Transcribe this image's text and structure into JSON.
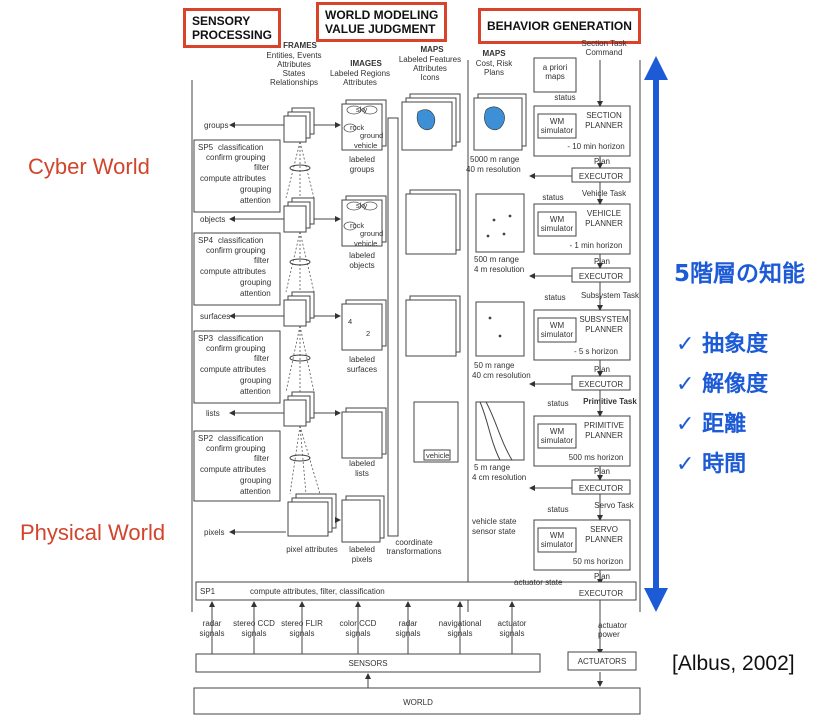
{
  "headers": {
    "sensory": [
      "SENSORY",
      "PROCESSING"
    ],
    "world_modeling": [
      "WORLD MODELING",
      "VALUE JUDGMENT"
    ],
    "behavior": "BEHAVIOR GENERATION"
  },
  "side_labels": {
    "cyber": "Cyber World",
    "physical": "Physical World"
  },
  "jp": {
    "title": "5階層の知能",
    "items": [
      "抽象度",
      "解像度",
      "距離",
      "時間"
    ],
    "check": "✓"
  },
  "citation": "[Albus, 2002]",
  "columns": {
    "frames": [
      "FRAMES",
      "Entities, Events",
      "Attributes",
      "States",
      "Relationships"
    ],
    "images": [
      "IMAGES",
      "Labeled Regions",
      "Attributes"
    ],
    "maps1": [
      "MAPS",
      "Labeled Features",
      "Attributes",
      "Icons"
    ],
    "maps2": [
      "MAPS",
      "Cost, Risk",
      "Plans"
    ],
    "task": [
      "Section Task",
      "Command"
    ],
    "apriori": [
      "a priori",
      "maps"
    ]
  },
  "left_labels": [
    "groups",
    "objects",
    "surfaces",
    "lists",
    "pixels"
  ],
  "sp_boxes": [
    {
      "id": "SP5",
      "lines": [
        "classification",
        "confirm grouping",
        "filter",
        "compute attributes",
        "grouping",
        "attention"
      ]
    },
    {
      "id": "SP4",
      "lines": [
        "classification",
        "confirm grouping",
        "filter",
        "compute attributes",
        "grouping",
        "attention"
      ]
    },
    {
      "id": "SP3",
      "lines": [
        "classification",
        "confirm grouping",
        "filter",
        "compute attributes",
        "grouping",
        "attention"
      ]
    },
    {
      "id": "SP2",
      "lines": [
        "classification",
        "confirm grouping",
        "filter",
        "compute attributes",
        "grouping",
        "attention"
      ]
    }
  ],
  "image_labels": [
    [
      "labeled",
      "groups"
    ],
    [
      "labeled",
      "objects"
    ],
    [
      "labeled",
      "surfaces"
    ],
    [
      "labeled",
      "lists"
    ],
    [
      "labeled",
      "pixels"
    ]
  ],
  "pixel_attributes": "pixel attributes",
  "coordinate": [
    "coordinate",
    "transformations"
  ],
  "map_notes": [
    [
      "5000 m range",
      "40 m resolution"
    ],
    [
      "500 m range",
      "4 m resolution"
    ],
    [
      "50 m range",
      "40 cm resolution"
    ],
    [
      "5 m range",
      "4 cm resolution"
    ]
  ],
  "planners": [
    {
      "name": [
        "SECTION",
        "PLANNER"
      ],
      "horizon": "- 10 min horizon",
      "task": "",
      "sim": [
        "WM",
        "simulator"
      ]
    },
    {
      "name": [
        "VEHICLE",
        "PLANNER"
      ],
      "horizon": "- 1 min horizon",
      "task": "Vehicle Task",
      "sim": [
        "WM",
        "simulator"
      ]
    },
    {
      "name": [
        "SUBSYSTEM",
        "PLANNER"
      ],
      "horizon": "- 5 s horizon",
      "task": "Subsystem Task",
      "sim": [
        "WM",
        "simulator"
      ]
    },
    {
      "name": [
        "PRIMITIVE",
        "PLANNER"
      ],
      "horizon": "500 ms horizon",
      "task": "Primitive Task",
      "sim": [
        "WM",
        "simulator"
      ]
    },
    {
      "name": [
        "SERVO",
        "PLANNER"
      ],
      "horizon": "50 ms horizon",
      "task": "Servo Task",
      "sim": [
        "WM",
        "simulator"
      ]
    }
  ],
  "misc": {
    "status": "status",
    "plan": "Plan",
    "executor": "EXECUTOR",
    "vehicle_state": "vehicle state",
    "sensor_state": "sensor state",
    "actuator_state": "actuator state",
    "vehicle": "vehicle",
    "sp1_id": "SP1",
    "sp1_text": "compute attributes, filter, classification",
    "sensors": "SENSORS",
    "actuators": "ACTUATORS",
    "world": "WORLD",
    "actuator_power": [
      "actuator",
      "power"
    ]
  },
  "signals": [
    [
      "radar",
      "signals"
    ],
    [
      "stereo CCD",
      "signals"
    ],
    [
      "stereo FLIR",
      "signals"
    ],
    [
      "color CCD",
      "signals"
    ],
    [
      "radar",
      "signals"
    ],
    [
      "navigational",
      "signals"
    ],
    [
      "actuator",
      "signals"
    ]
  ],
  "colors": {
    "red": "#d9432a",
    "blue": "#1d5bd6",
    "map_blue": "#3d8fd6"
  }
}
